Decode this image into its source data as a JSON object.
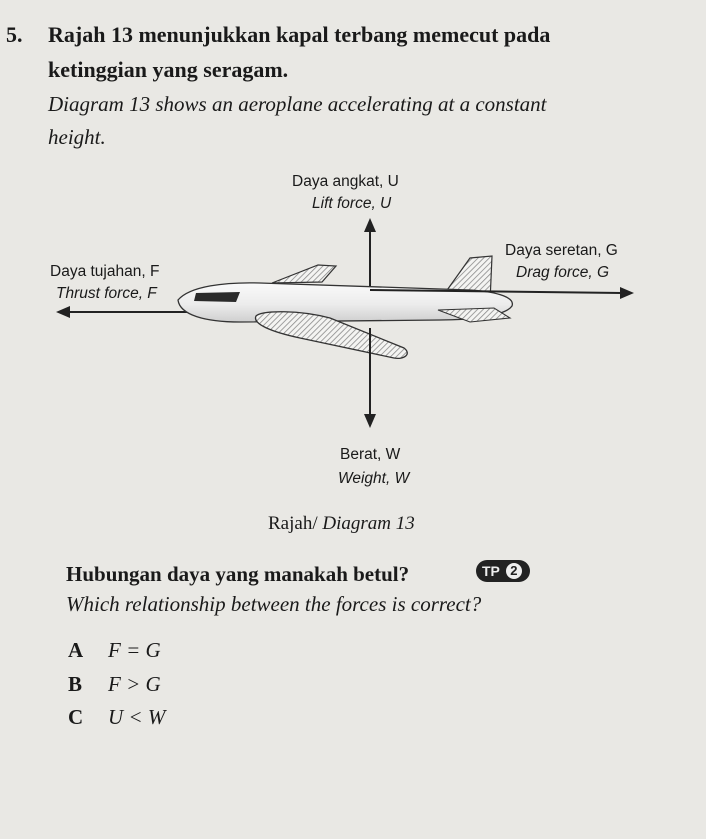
{
  "question": {
    "number": "5.",
    "text_ms_1": "Rajah 13 menunjukkan kapal terbang memecut pada",
    "text_ms_2": "ketinggian yang seragam.",
    "text_en_1": "Diagram 13 shows an aeroplane accelerating at a constant",
    "text_en_2": "height."
  },
  "diagram": {
    "lift_ms": "Daya angkat, U",
    "lift_en": "Lift force, U",
    "thrust_ms": "Daya tujahan, F",
    "thrust_en": "Thrust force, F",
    "drag_ms": "Daya seretan, G",
    "drag_en": "Drag force, G",
    "weight_ms": "Berat, W",
    "weight_en": "Weight, W",
    "caption_ms": "Rajah/",
    "caption_en": "Diagram 13"
  },
  "prompt": {
    "ms": "Hubungan daya yang manakah betul?",
    "en": "Which relationship between the forces is correct?",
    "badge_prefix": "TP",
    "badge_level": "2"
  },
  "options": [
    {
      "letter": "A",
      "expr": "F = G"
    },
    {
      "letter": "B",
      "expr": "F > G"
    },
    {
      "letter": "C",
      "expr": "U < W"
    }
  ]
}
